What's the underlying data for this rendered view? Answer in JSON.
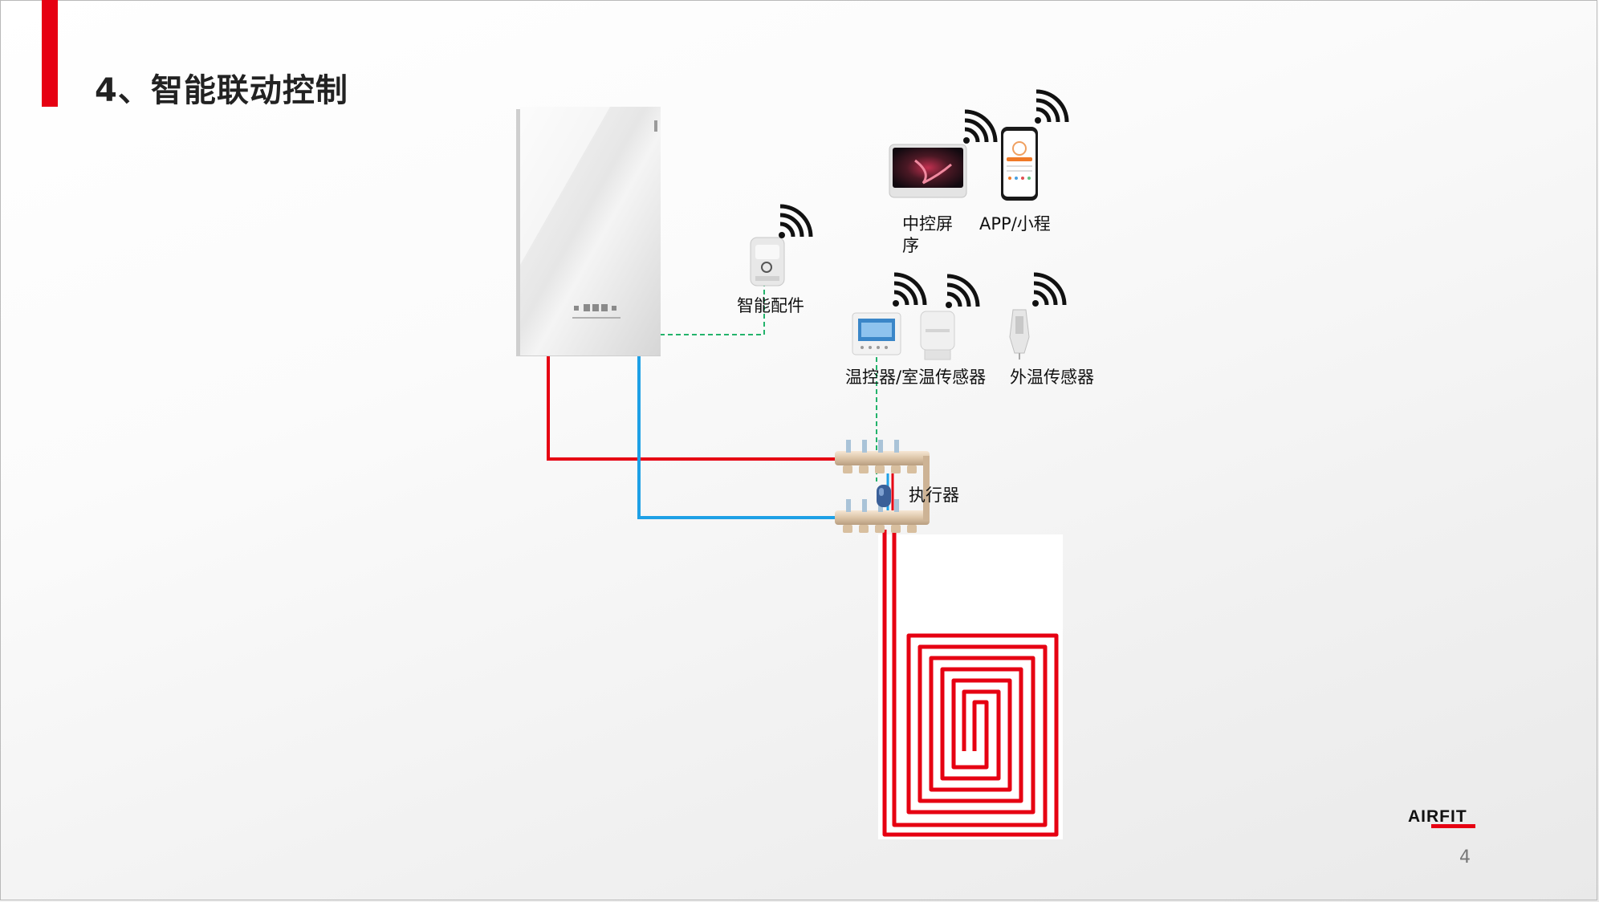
{
  "slide": {
    "title": "4、智能联动控制",
    "page_number": "4",
    "brand": "AIRFIT"
  },
  "colors": {
    "accent": "#e60012",
    "supply_pipe": "#e60012",
    "return_pipe": "#1ea0e6",
    "signal_line": "#23b36b",
    "floor_loop": "#e60012"
  },
  "devices": {
    "boiler": {
      "icon": "wall-boiler"
    },
    "smart_accessory": {
      "label": "智能配件",
      "icon": "smart-module-icon",
      "wireless": true
    },
    "control_screen": {
      "label": "中控屏序",
      "icon": "tablet-screen-icon",
      "wireless": true
    },
    "app": {
      "label": "APP/小程",
      "icon": "smartphone-icon",
      "wireless": true
    },
    "thermostat": {
      "label": "温控器/室温传感器",
      "icon": "thermostat-icon",
      "wireless": true
    },
    "room_sensor": {
      "icon": "room-sensor-icon",
      "wireless": true
    },
    "outdoor_sensor": {
      "label": "外温传感器",
      "icon": "outdoor-sensor-icon",
      "wireless": true
    },
    "actuator": {
      "label": "执行器",
      "icon": "actuator-icon"
    },
    "manifold": {
      "icon": "manifold-icon"
    },
    "floor_loop": {
      "icon": "floor-heating-loop"
    }
  }
}
